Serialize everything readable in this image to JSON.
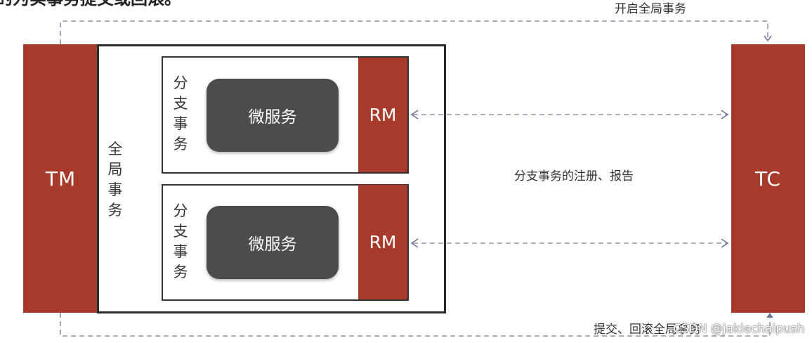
{
  "header_fragment": "的为实事务提交或回滚。",
  "tm": {
    "label": "TM"
  },
  "tc": {
    "label": "TC"
  },
  "global_transaction": {
    "label": "全局事务"
  },
  "branches": [
    {
      "label": "分支事务",
      "service": "微服务",
      "rm": "RM"
    },
    {
      "label": "分支事务",
      "service": "微服务",
      "rm": "RM"
    }
  ],
  "arrows": {
    "begin_global": "开启全局事务",
    "register_report": "分支事务的注册、报告",
    "commit_rollback": "提交、回滚全局事务"
  },
  "watermark": "CSDN @jakiechaipush",
  "colors": {
    "accent_red": "#a83a2b",
    "service_gray": "#4a4c4e",
    "dashed_line": "#8a96b4"
  }
}
